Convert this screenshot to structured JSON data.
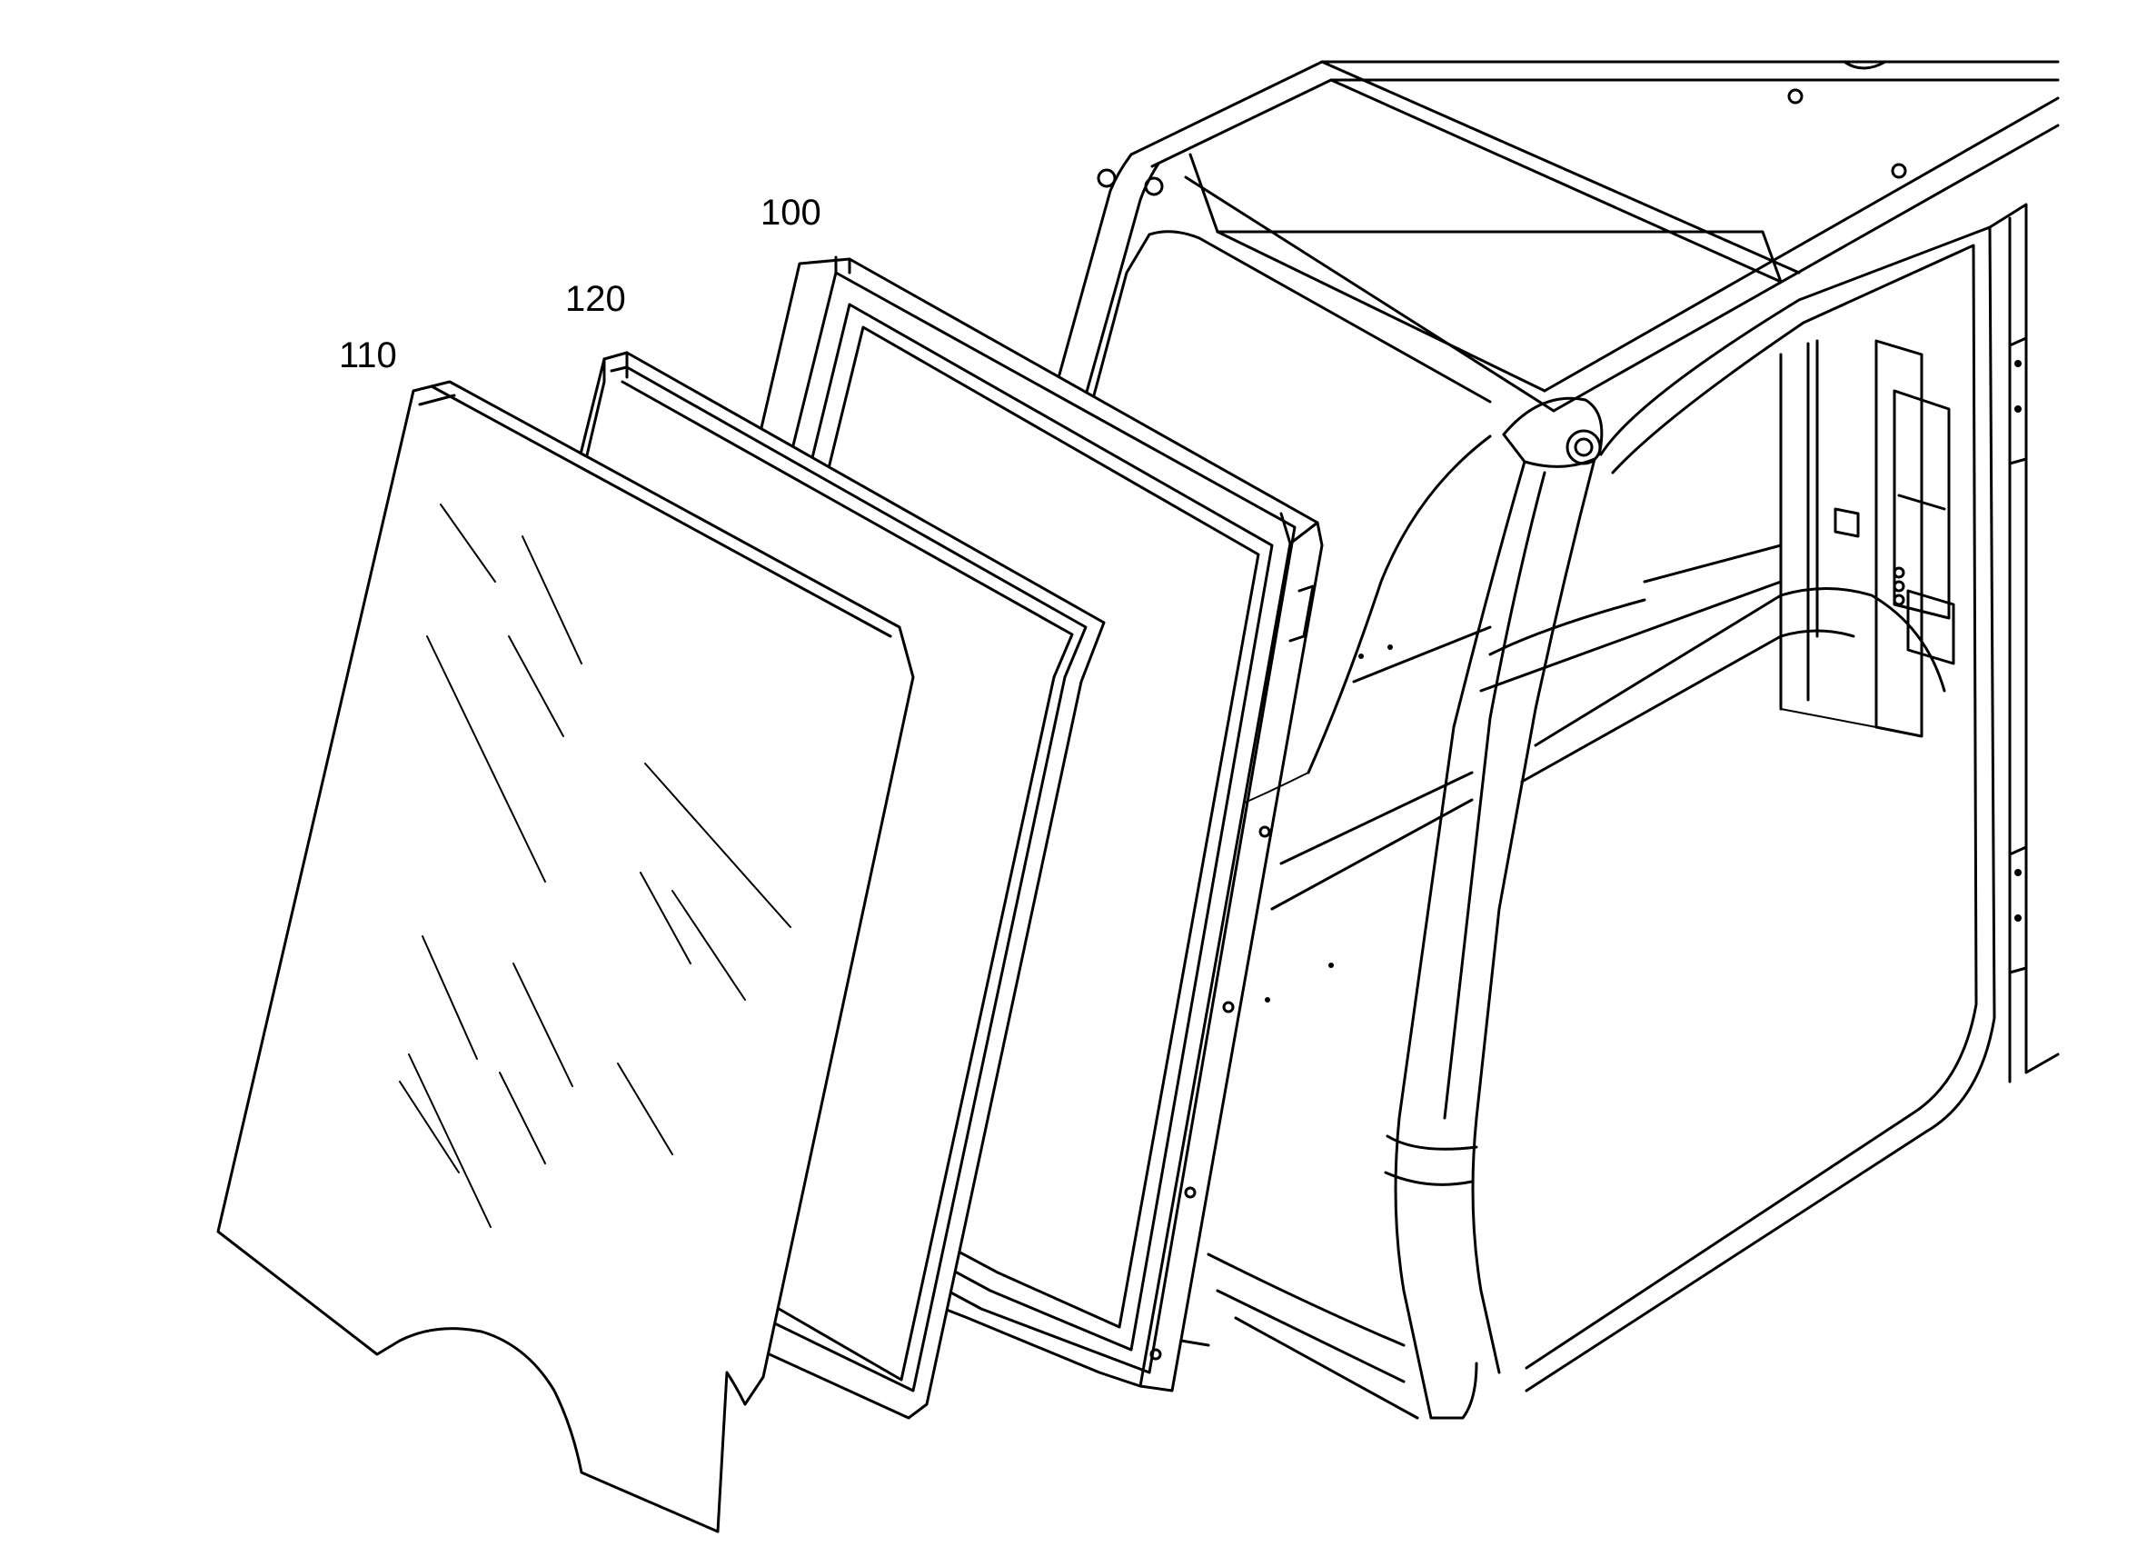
{
  "figure": {
    "labels": {
      "window_glass": "110",
      "seal_frame": "120",
      "window_frame": "100"
    }
  }
}
